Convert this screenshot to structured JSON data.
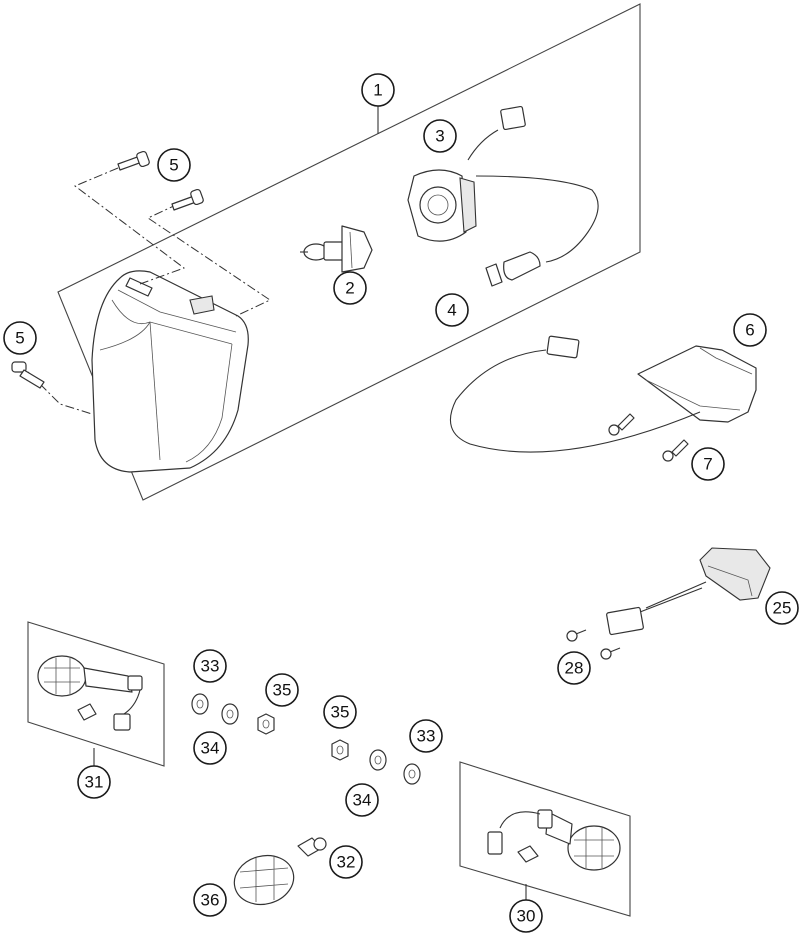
{
  "callouts": {
    "c1": "1",
    "c2": "2",
    "c3": "3",
    "c4": "4",
    "c5a": "5",
    "c5b": "5",
    "c6": "6",
    "c7": "7",
    "c25": "25",
    "c28": "28",
    "c30": "30",
    "c31": "31",
    "c32": "32",
    "c33a": "33",
    "c33b": "33",
    "c34a": "34",
    "c34b": "34",
    "c35a": "35",
    "c35b": "35",
    "c36": "36"
  }
}
